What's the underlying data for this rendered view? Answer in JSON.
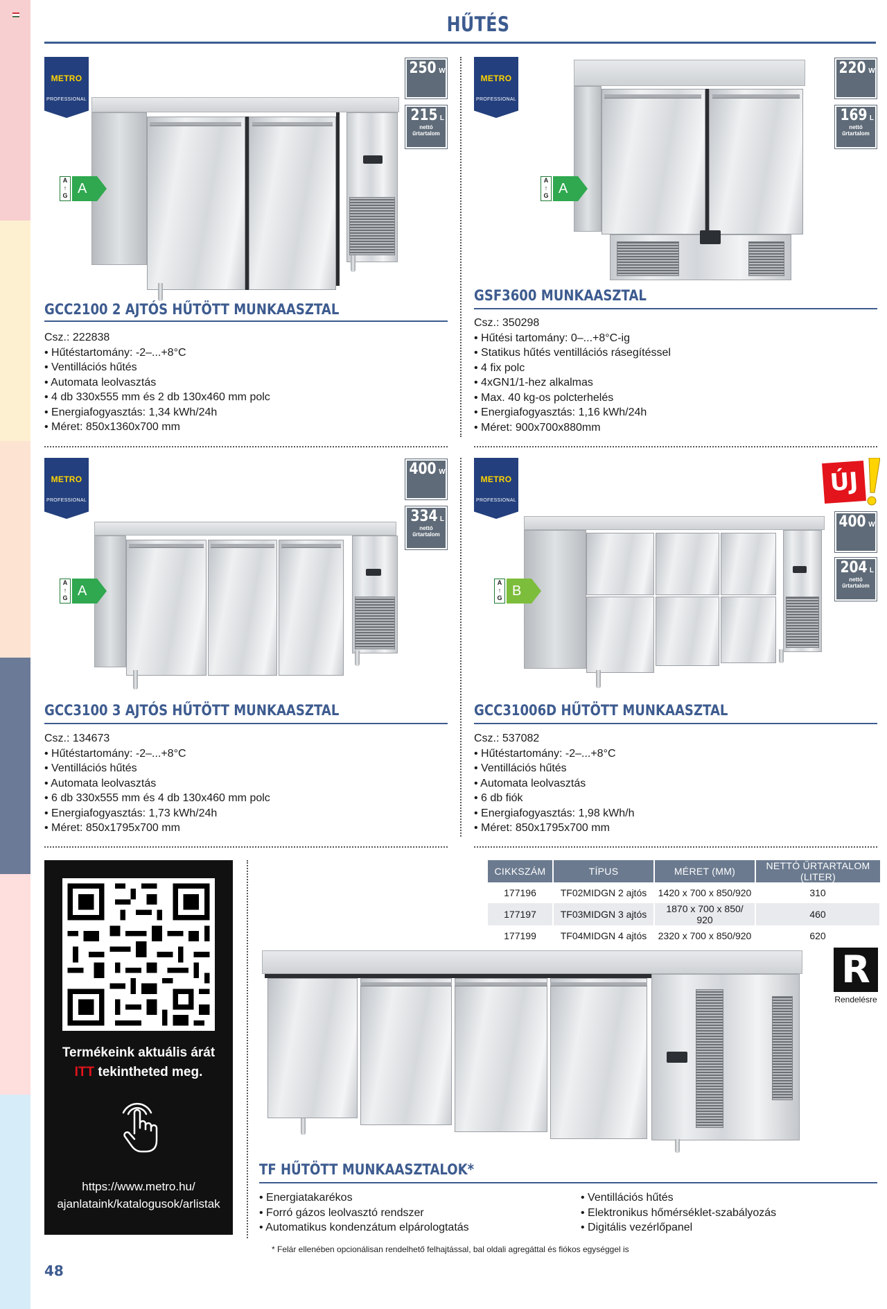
{
  "page": {
    "title": "HŰTÉS",
    "number": "48",
    "footnote": "* Felár ellenében opcionálisan rendelhető felhajtással, bal oldali agregáttal és fiókos egységgel is",
    "strip_colors": [
      "#f8cfd0",
      "#fdf0d0",
      "#fde3d2",
      "#6b7a96",
      "#ffdede",
      "#d6ecf8"
    ]
  },
  "brand": {
    "name": "METRO",
    "sub": "PROFESSIONAL",
    "color": "#233f7d",
    "accent": "#ffd400"
  },
  "products": [
    {
      "title": "GCC2100 2 AJTÓS HŰTÖTT MUNKAASZTAL",
      "power_value": "250",
      "power_unit": "W",
      "volume_value": "215",
      "volume_unit": "L",
      "volume_label": "nettó űrtartalom",
      "energy_scale": "A-G",
      "energy_class": "A",
      "specs": [
        "Csz.: 222838",
        "• Hűtéstartomány: -2–...+8°C",
        "• Ventillációs hűtés",
        "• Automata leolvasztás",
        "• 4 db 330x555 mm és 2 db 130x460 mm polc",
        "• Energiafogyasztás: 1,34 kWh/24h",
        "• Méret: 850x1360x700 mm"
      ]
    },
    {
      "title": "GSF3600 MUNKAASZTAL",
      "power_value": "220",
      "power_unit": "W",
      "volume_value": "169",
      "volume_unit": "L",
      "volume_label": "nettó űrtartalom",
      "energy_scale": "A-G",
      "energy_class": "A",
      "specs": [
        "Csz.: 350298",
        "• Hűtési tartomány: 0–...+8°C-ig",
        "• Statikus hűtés ventillációs rásegítéssel",
        "• 4 fix polc",
        "• 4xGN1/1-hez alkalmas",
        "• Max. 40 kg-os polcterhelés",
        "• Energiafogyasztás: 1,16 kWh/24h",
        "• Méret: 900x700x880mm"
      ]
    },
    {
      "title": "GCC3100 3 AJTÓS HŰTÖTT MUNKAASZTAL",
      "power_value": "400",
      "power_unit": "W",
      "volume_value": "334",
      "volume_unit": "L",
      "volume_label": "nettó űrtartalom",
      "energy_scale": "A-G",
      "energy_class": "A",
      "specs": [
        "Csz.: 134673",
        "• Hűtéstartomány: -2–...+8°C",
        "• Ventillációs hűtés",
        "• Automata leolvasztás",
        "• 6 db 330x555 mm és 4 db 130x460 mm polc",
        "• Energiafogyasztás: 1,73 kWh/24h",
        "• Méret: 850x1795x700 mm"
      ]
    },
    {
      "title": "GCC31006D HŰTÖTT MUNKAASZTAL",
      "power_value": "400",
      "power_unit": "W",
      "volume_value": "204",
      "volume_unit": "L",
      "volume_label": "nettó űrtartalom",
      "energy_scale": "A-G",
      "energy_class": "B",
      "new_badge": "ÚJ",
      "specs": [
        "Csz.: 537082",
        "• Hűtéstartomány: -2–...+8°C",
        "• Ventillációs hűtés",
        "• Automata leolvasztás",
        "• 6 db fiók",
        "• Energiafogyasztás: 1,98 kWh/h",
        "• Méret: 850x1795x700 mm"
      ]
    }
  ],
  "qr_block": {
    "line1": "Termékeink aktuális árát",
    "line2_highlight": "ITT",
    "line2_rest": " tekintheted meg.",
    "url_line1": "https://www.metro.hu/",
    "url_line2": "ajanlataink/katalogusok/arlistak",
    "icon": "tap-hand-icon"
  },
  "tf_table": {
    "headers": [
      "CIKKSZÁM",
      "TÍPUS",
      "MÉRET (MM)",
      "NETTÓ ŰRTARTALOM (LITER)"
    ],
    "rows": [
      [
        "177196",
        "TF02MIDGN 2 ajtós",
        "1420 x 700 x 850/920",
        "310"
      ],
      [
        "177197",
        "TF03MIDGN 3 ajtós",
        "1870 x 700 x 850/ 920",
        "460"
      ],
      [
        "177199",
        "TF04MIDGN 4 ajtós",
        "2320 x 700 x 850/920",
        "620"
      ]
    ]
  },
  "order_badge": {
    "letter": "R",
    "label": "Rendelésre"
  },
  "tf_section": {
    "title": "TF HŰTÖTT MUNKAASZTALOK*",
    "features_left": [
      "• Energiatakarékos",
      "• Forró gázos leolvasztó rendszer",
      "• Automatikus kondenzátum elpárologtatás"
    ],
    "features_right": [
      "• Ventillációs hűtés",
      "• Elektronikus hőmérséklet-szabályozás",
      "• Digitális vezérlőpanel"
    ]
  }
}
